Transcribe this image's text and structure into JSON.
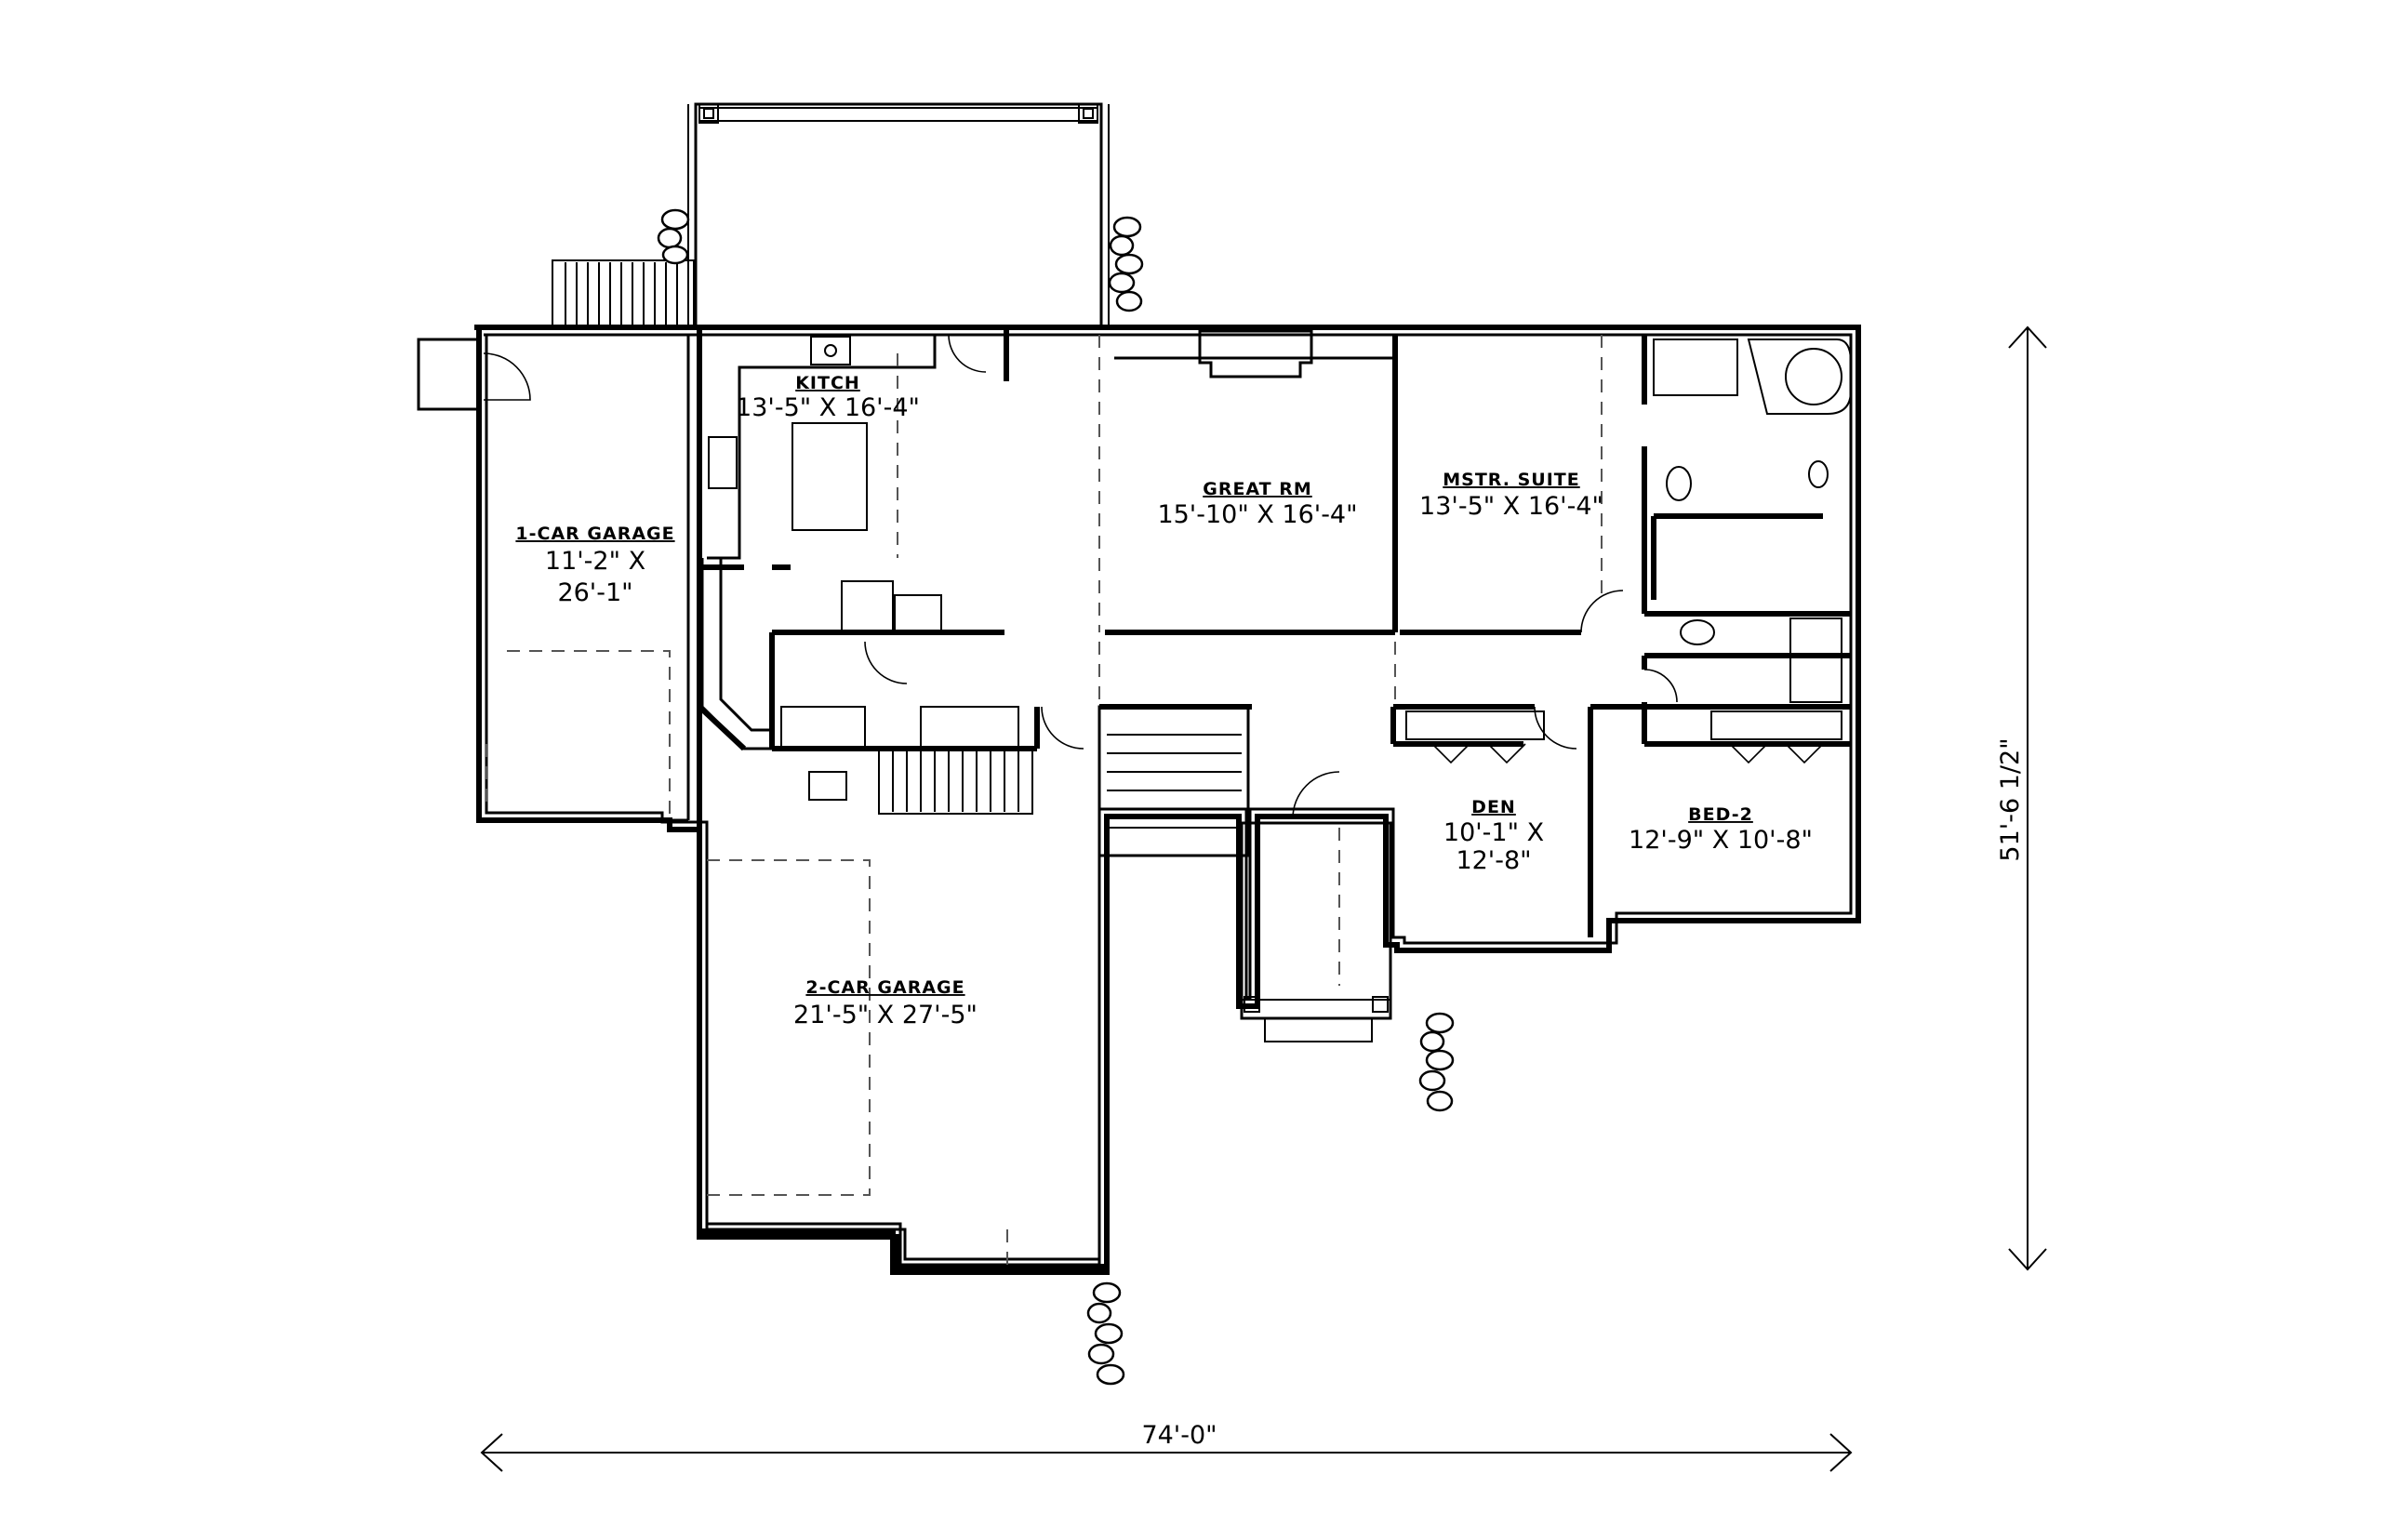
{
  "plan": {
    "rooms": {
      "kitchen": {
        "name": "KITCH",
        "dim": "13'-5\" X 16'-4\""
      },
      "great_room": {
        "name": "GREAT RM",
        "dim": "15'-10\" X 16'-4\""
      },
      "master_suite": {
        "name": "MSTR. SUITE",
        "dim": "13'-5\" X 16'-4\""
      },
      "one_car_garage": {
        "name": "1-CAR GARAGE",
        "dim_line1": "11'-2\" X",
        "dim_line2": "26'-1\""
      },
      "two_car_garage": {
        "name": "2-CAR GARAGE",
        "dim": "21'-5\" X 27'-5\""
      },
      "den": {
        "name": "DEN",
        "dim_line1": "10'-1\" X",
        "dim_line2": "12'-8\""
      },
      "bed_2": {
        "name": "BED-2",
        "dim": "12'-9\" X 10'-8\""
      }
    },
    "overall": {
      "width": "74'-0\"",
      "depth": "51'-6 1/2\""
    }
  }
}
